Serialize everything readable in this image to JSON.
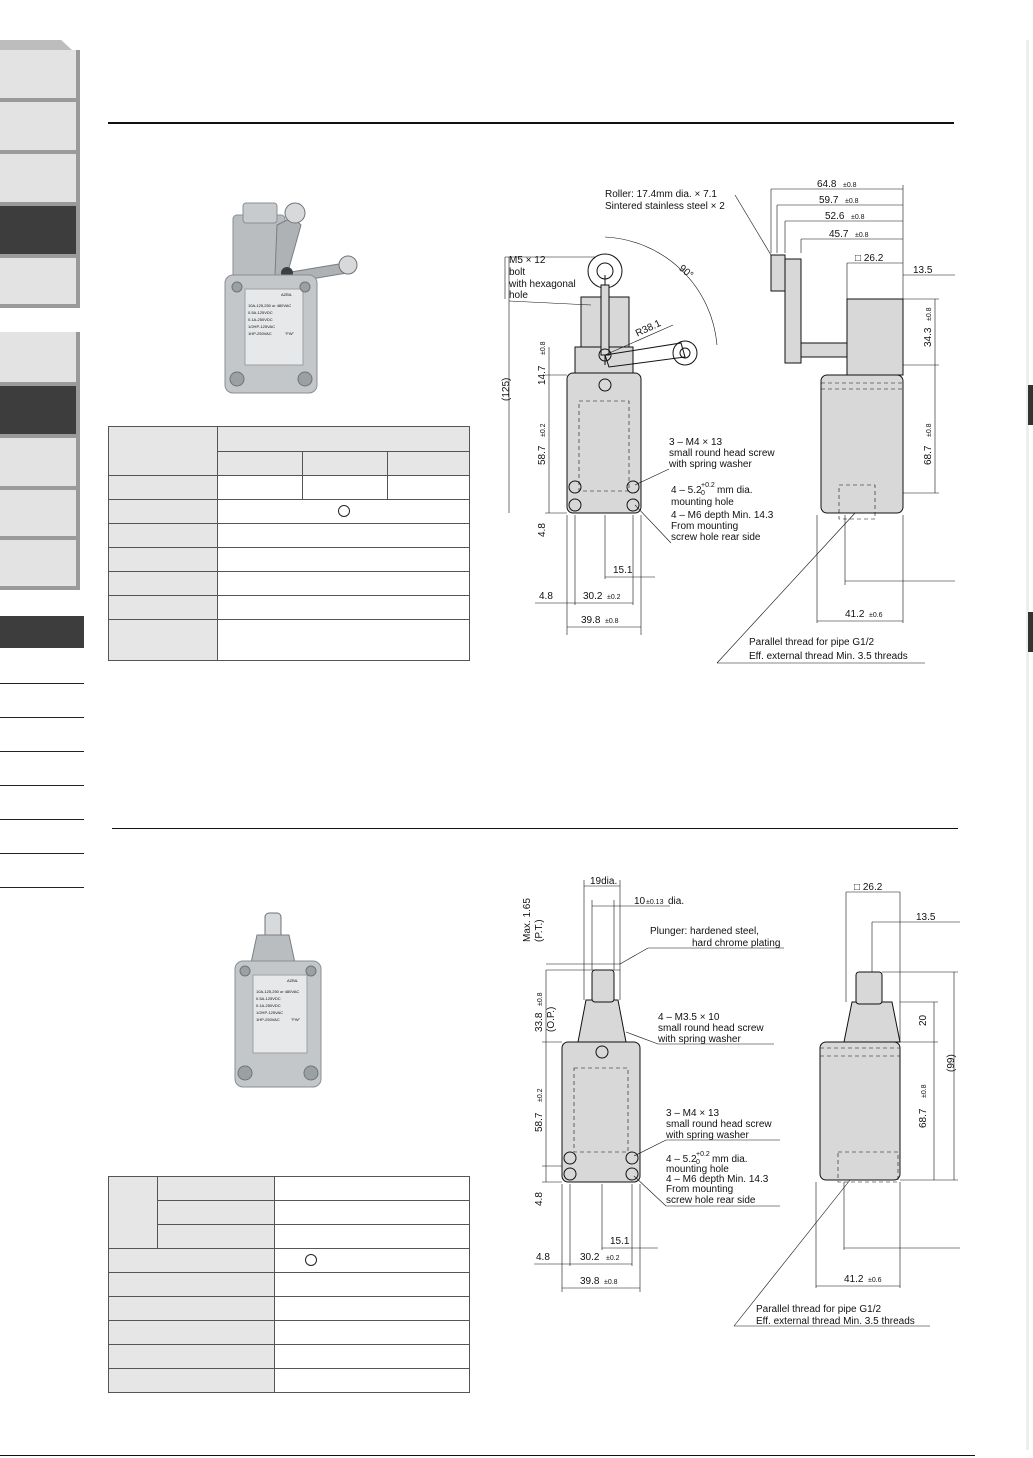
{
  "drawing1": {
    "roller": "Roller: 17.4mm dia. × 7.1",
    "roller_material": "Sintered stainless steel × 2",
    "bolt_1": "M5 × 12",
    "bolt_2": "bolt",
    "bolt_3": "with hexagonal",
    "bolt_4": "hole",
    "angle": "90°",
    "radius": "R38.1",
    "screw_1": "3 – M4 × 13",
    "screw_2": "small round head screw",
    "screw_3": "with spring washer",
    "mount_1": "4 – 5.2",
    "mount_tol_plus": "+0.2",
    "mount_tol_minus": "0",
    "mount_1b": "mm dia.",
    "mount_2": "mounting hole",
    "mount_3": "4 – M6 depth Min. 14.3",
    "mount_4": "From mounting",
    "mount_5": "screw hole rear side",
    "thread_1": "Parallel thread for pipe G1/2",
    "thread_2": "Eff. external thread  Min. 3.5 threads",
    "d_125": "(125)",
    "d_14_7": "14.7",
    "d_14_7_tol": "±0.8",
    "d_58_7": "58.7",
    "d_58_7_tol": "±0.2",
    "d_4_8_v": "4.8",
    "d_15_1": "15.1",
    "d_4_8_h": "4.8",
    "d_30_2": "30.2",
    "d_30_2_tol": "±0.2",
    "d_39_8": "39.8",
    "d_39_8_tol": "±0.8",
    "d_64_8": "64.8",
    "d_64_8_tol": "±0.8",
    "d_59_7": "59.7",
    "d_59_7_tol": "±0.8",
    "d_52_6": "52.6",
    "d_52_6_tol": "±0.8",
    "d_45_7": "45.7",
    "d_45_7_tol": "±0.8",
    "d_26_2": "□ 26.2",
    "d_13_5": "13.5",
    "d_34_3": "34.3",
    "d_34_3_tol": "±0.8",
    "d_68_7": "68.7",
    "d_68_7_tol": "±0.8",
    "d_41_2": "41.2",
    "d_41_2_tol": "±0.6"
  },
  "drawing2": {
    "d_19": "19dia.",
    "d_10": "10",
    "d_10_tol": "±0.13",
    "d_10_unit": "dia.",
    "maxpt_1": "Max. 1.65",
    "maxpt_2": "(P.T.)",
    "plunger_1": "Plunger: hardened steel,",
    "plunger_2": "hard chrome plating",
    "d_33_8": "33.8",
    "d_33_8_tol": "±0.8",
    "op": "(O.P.)",
    "screw_a1": "4 – M3.5 × 10",
    "screw_a2": "small round head screw",
    "screw_a3": "with spring washer",
    "screw_b1": "3 – M4 × 13",
    "screw_b2": "small round head screw",
    "screw_b3": "with spring washer",
    "mount_1": "4 – 5.2",
    "mount_tol_plus": "+0.2",
    "mount_tol_minus": "0",
    "mount_1b": "mm dia.",
    "mount_2": "mounting hole",
    "mount_3": "4 – M6 depth Min. 14.3",
    "mount_4": "From mounting",
    "mount_5": "screw hole rear side",
    "d_58_7": "58.7",
    "d_58_7_tol": "±0.2",
    "d_4_8_v": "4.8",
    "d_15_1": "15.1",
    "d_4_8_h": "4.8",
    "d_30_2": "30.2",
    "d_30_2_tol": "±0.2",
    "d_39_8": "39.8",
    "d_39_8_tol": "±0.8",
    "d_26_2": "□ 26.2",
    "d_13_5": "13.5",
    "d_20": "20",
    "d_99": "(99)",
    "d_68_7": "68.7",
    "d_68_7_tol": "±0.8",
    "d_41_2": "41.2",
    "d_41_2_tol": "±0.6",
    "thread_1": "Parallel thread for pipe G1/2",
    "thread_2": "Eff. external thread  Min. 3.5 threads"
  },
  "photo_label_1": {
    "line1": "10A-125,250 or 480VAC",
    "line2": "0.5A-125VDC",
    "line3": "0.1A-250VDC",
    "line4": "1/2HP-125VAC",
    "line5": "1HP-250VAC",
    "tag": "\"FW\""
  },
  "photo_label_2": {
    "line1": "10A-125,250 or 480VAC",
    "line2": "0.5A-125VDC",
    "line3": "0.1A-250VDC",
    "line4": "1/2HP-125VAC",
    "line5": "1HP-250VAC",
    "tag": "\"FW\""
  },
  "photo_brand": "AZBIL"
}
